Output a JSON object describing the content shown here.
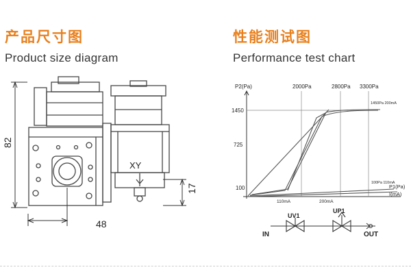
{
  "colors": {
    "accent": "#e8801e",
    "line": "#333333",
    "curve": "#555555"
  },
  "left_panel": {
    "title_cn": "产品尺寸图",
    "title_en": "Product size diagram",
    "label_xy": "XY",
    "dim_height": "82",
    "dim_width": "48",
    "dim_small": "17"
  },
  "right_panel": {
    "title_cn": "性能测试图",
    "title_en": "Performance test chart",
    "schematic": {
      "in_label": "IN",
      "out_label": "OUT",
      "valve1": "UV1",
      "valve2": "UP1"
    }
  },
  "chart_data": {
    "type": "line",
    "ylabel": "P2(Pa)",
    "xlabel": "P1(Pa)",
    "xlabel2": "I(mA)",
    "y_ticks": [
      "1450",
      "725",
      "100"
    ],
    "x_ticks_top": [
      "2000Pa",
      "2800Pa",
      "3300Pa"
    ],
    "x_ticks_bottom": [
      "110mA",
      "200mA"
    ],
    "annotations": [
      "1450Pa 200mA",
      "100Pa 110mA"
    ]
  }
}
